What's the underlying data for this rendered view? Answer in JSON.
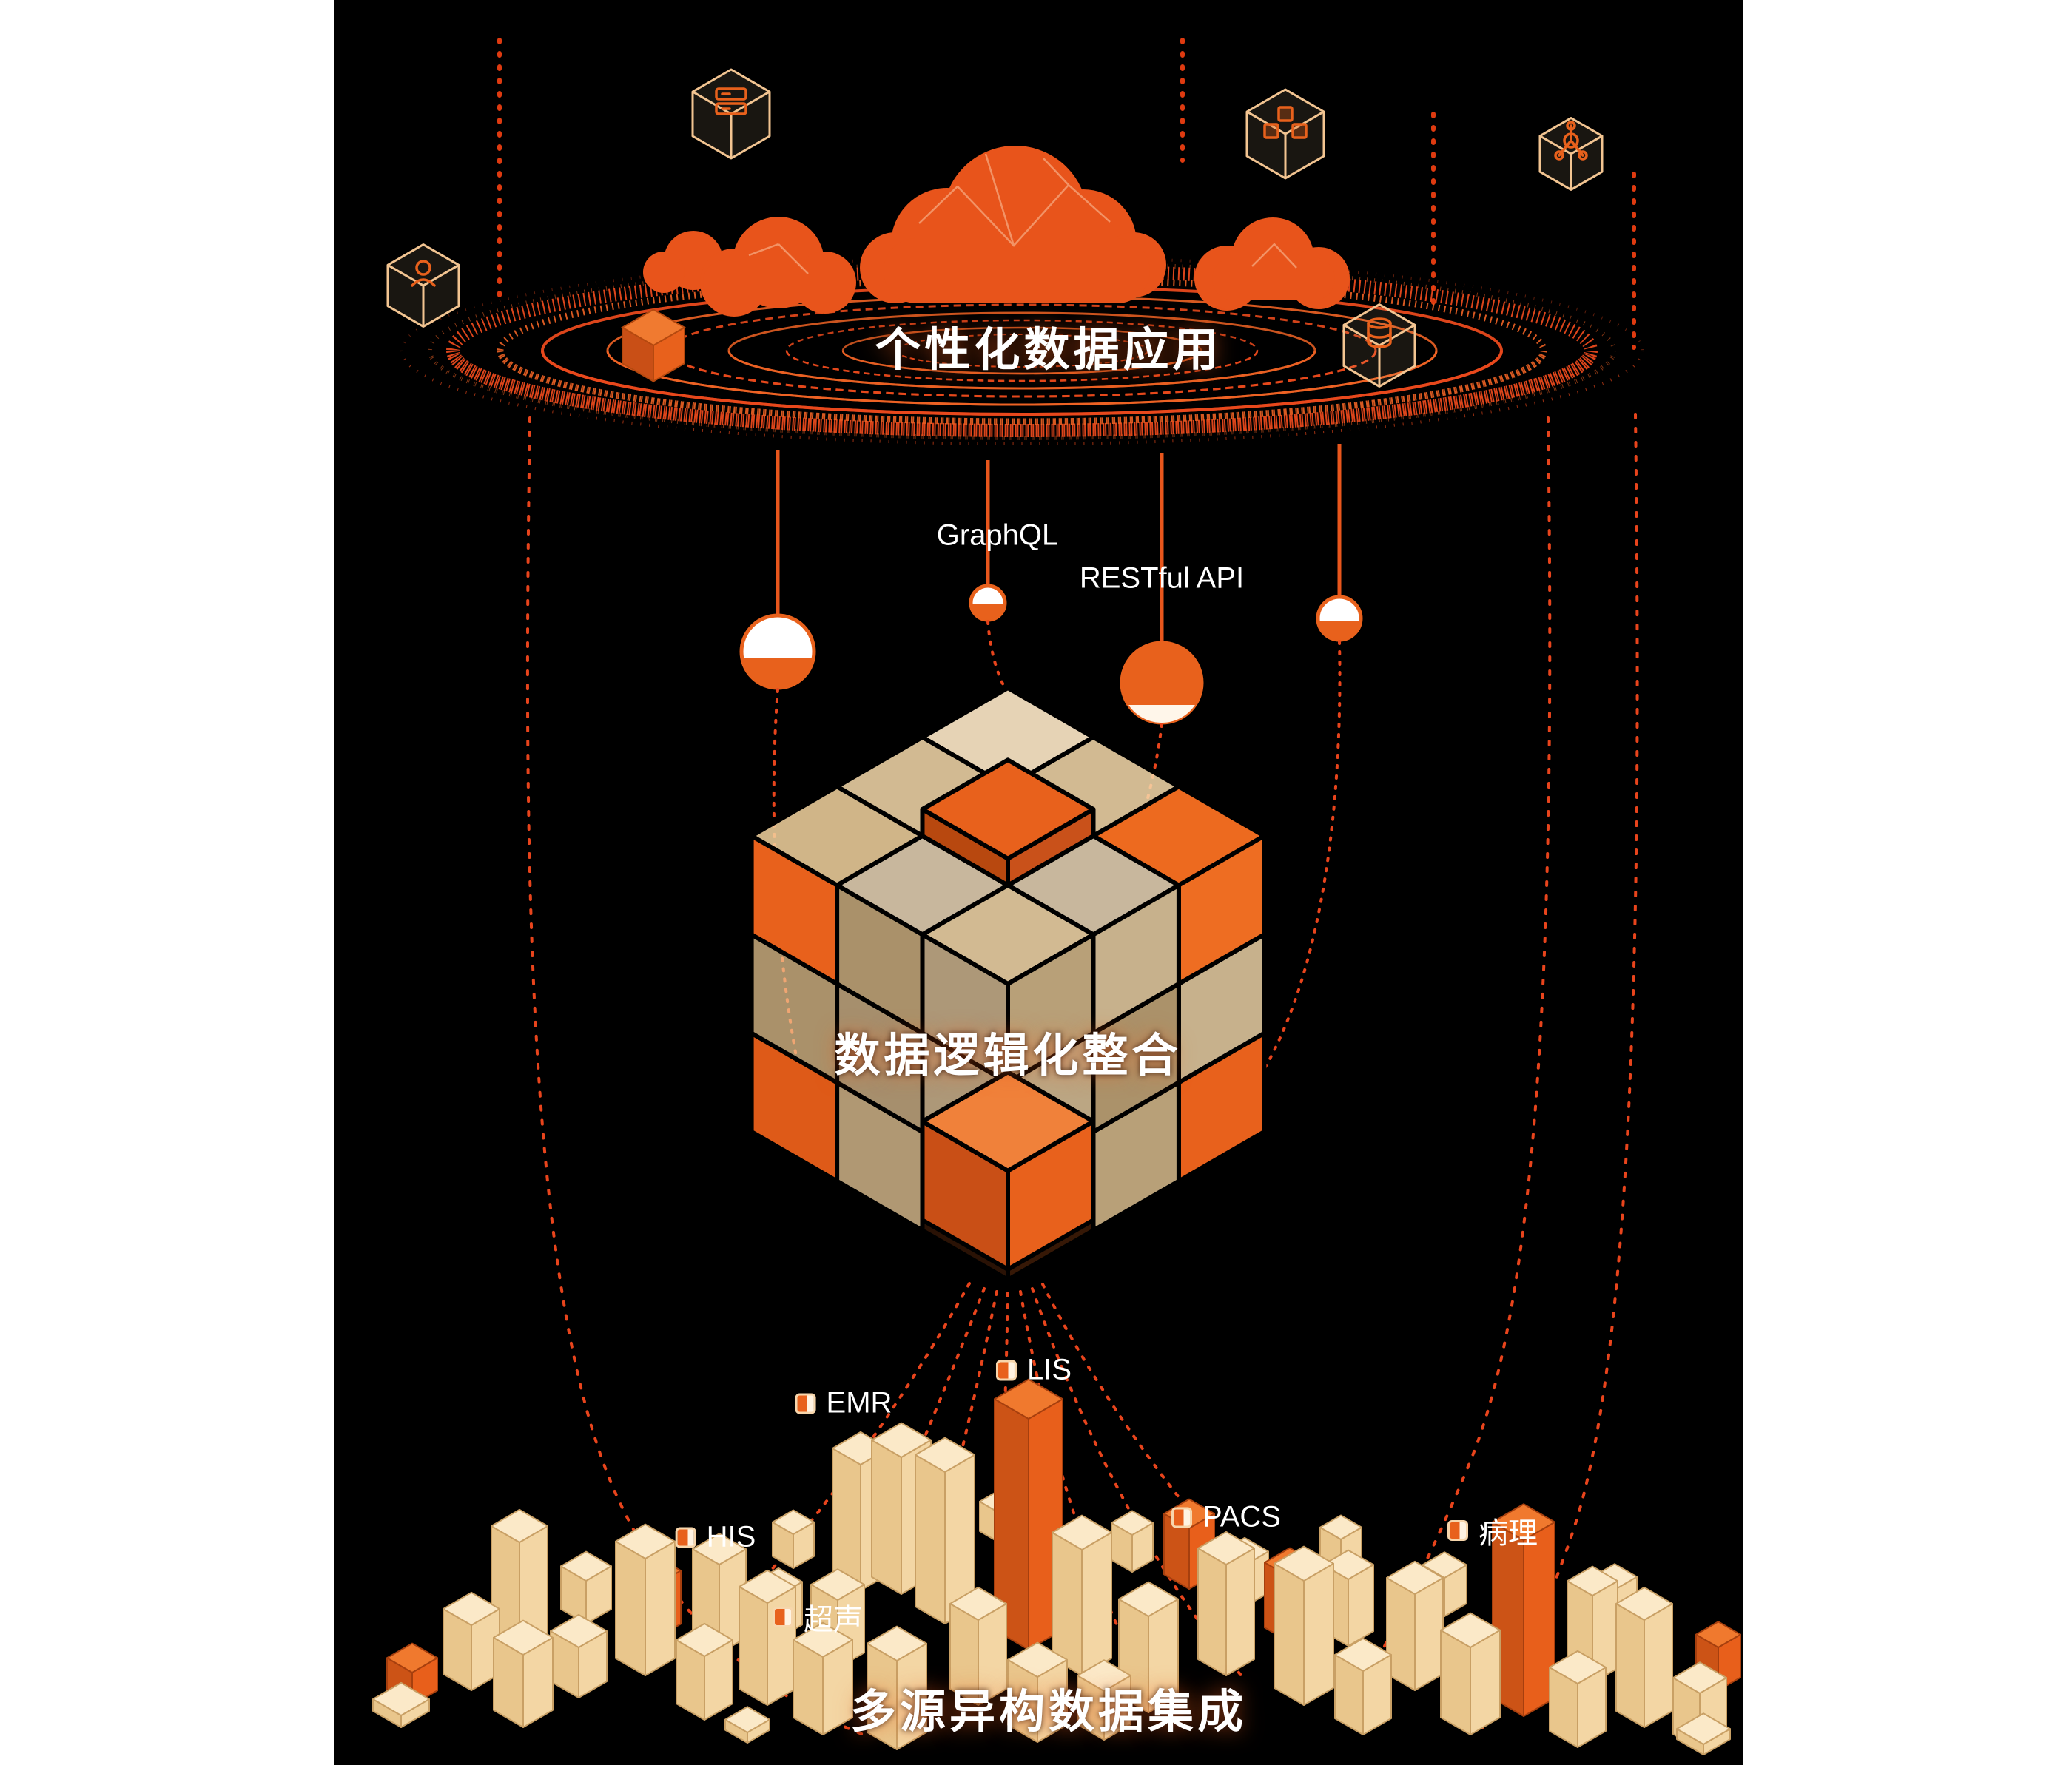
{
  "top_layer": {
    "title": "个性化数据应用"
  },
  "middle_layer": {
    "title": "数据逻辑化整合",
    "api_labels": {
      "graphql": "GraphQL",
      "restful": "RESTful API"
    }
  },
  "bottom_layer": {
    "title": "多源异构数据集成",
    "sources": [
      {
        "label": "LIS"
      },
      {
        "label": "EMR"
      },
      {
        "label": "PACS"
      },
      {
        "label": "病理"
      },
      {
        "label": "HIS"
      },
      {
        "label": "超声"
      }
    ]
  },
  "colors": {
    "background": "#000000",
    "accent_orange": "#E8611C",
    "deep_orange": "#E8441C",
    "cream": "#FBE9C8",
    "text": "#FFFFFF"
  }
}
